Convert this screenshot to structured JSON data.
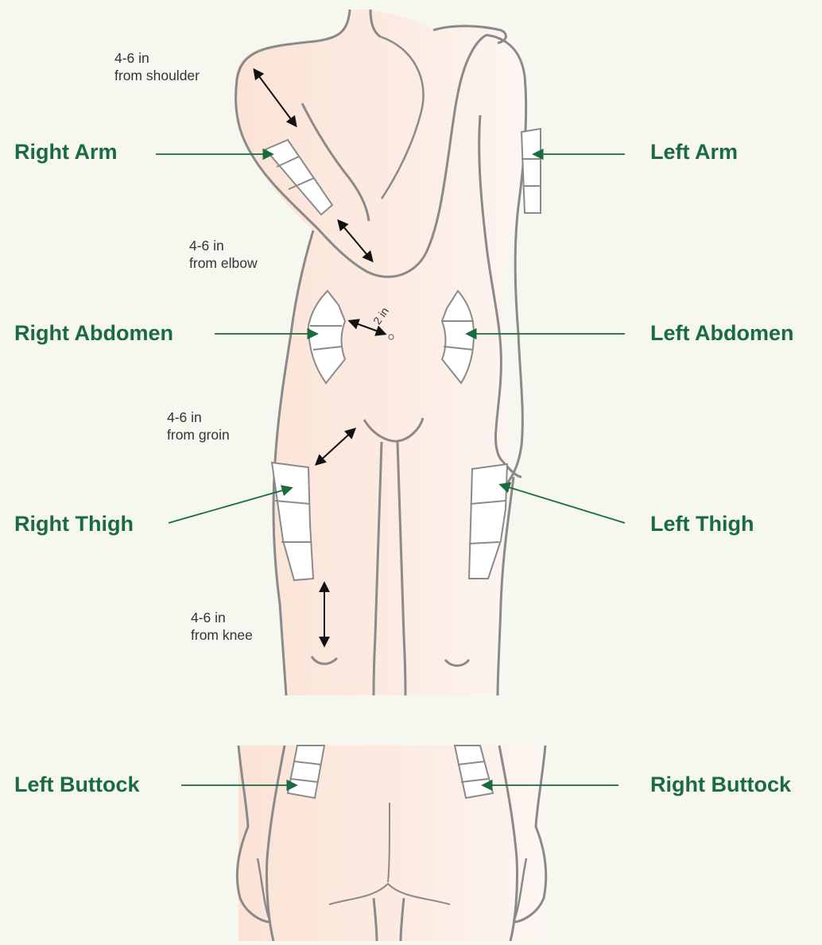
{
  "colors": {
    "background": "#f6f8f0",
    "skin": "#fbe7dc",
    "outline": "#8a8a8a",
    "label_green": "#1a6b3e",
    "site_fill": "#ffffff",
    "arrow": "#111111"
  },
  "sites": {
    "right_arm": "Right Arm",
    "left_arm": "Left Arm",
    "right_abdomen": "Right Abdomen",
    "left_abdomen": "Left Abdomen",
    "right_thigh": "Right Thigh",
    "left_thigh": "Left Thigh",
    "left_buttock": "Left Buttock",
    "right_buttock": "Right Buttock"
  },
  "distances": {
    "shoulder": [
      "4-6 in",
      "from shoulder"
    ],
    "elbow": [
      "4-6 in",
      "from elbow"
    ],
    "groin": [
      "4-6 in",
      "from groin"
    ],
    "knee": [
      "4-6 in",
      "from knee"
    ],
    "navel": "2 in"
  }
}
